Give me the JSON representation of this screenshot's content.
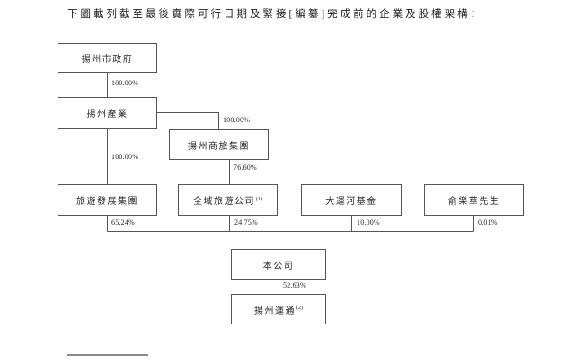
{
  "page": {
    "title": "下圖載列截至最後實際可行日期及緊接[編纂]完成前的企業及股權架構："
  },
  "diagram": {
    "line_color": "#555555",
    "nodes": {
      "gov": {
        "label": "揚州市政府"
      },
      "industry": {
        "label": "揚州產業"
      },
      "shanglv": {
        "label": "揚州商旅集團"
      },
      "tourism_dev": {
        "label": "旅遊發展集團"
      },
      "quanyu": {
        "label": "全域旅遊公司",
        "note": "(1)"
      },
      "canal_fund": {
        "label": "大運河基金"
      },
      "mr_yu": {
        "label": "俞樂華先生"
      },
      "company": {
        "label": "本公司"
      },
      "yuntong": {
        "label": "揚州運通",
        "note": "(2)"
      }
    },
    "ownership": {
      "gov_to_industry": "100.00%",
      "industry_to_shanglv": "100.00%",
      "industry_to_tourism_dev": "100.00%",
      "shanglv_to_quanyu": "76.60%",
      "tourism_dev_to_company": "65.24%",
      "quanyu_to_company": "24.75%",
      "canal_fund_to_company": "10.00%",
      "mr_yu_to_company": "0.01%",
      "company_to_yuntong": "52.63%"
    }
  }
}
